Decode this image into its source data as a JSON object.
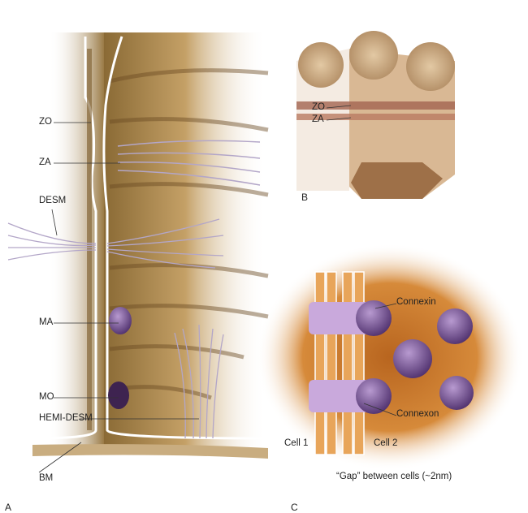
{
  "panels": {
    "a": {
      "letter": "A",
      "labels": {
        "zo": "ZO",
        "za": "ZA",
        "desm": "DESM",
        "ma": "MA",
        "mo": "MO",
        "hemi_desm": "HEMI-DESM",
        "bm": "BM"
      }
    },
    "b": {
      "letter": "B",
      "labels": {
        "zo": "ZO",
        "za": "ZA"
      }
    },
    "c": {
      "letter": "C",
      "labels": {
        "connexin": "Connexin",
        "connexon": "Connexon",
        "cell1": "Cell 1",
        "cell2": "Cell 2",
        "gap": "“Gap” between cells (~2nm)"
      }
    }
  },
  "colors": {
    "cell_brown": "#a07a3a",
    "membrane": "#ffffff",
    "filament": "#a99bc0",
    "plaque_purple": "#4a2a5e",
    "gap_orange": "#c9782a",
    "connexon_purple": "#8a66a8"
  }
}
